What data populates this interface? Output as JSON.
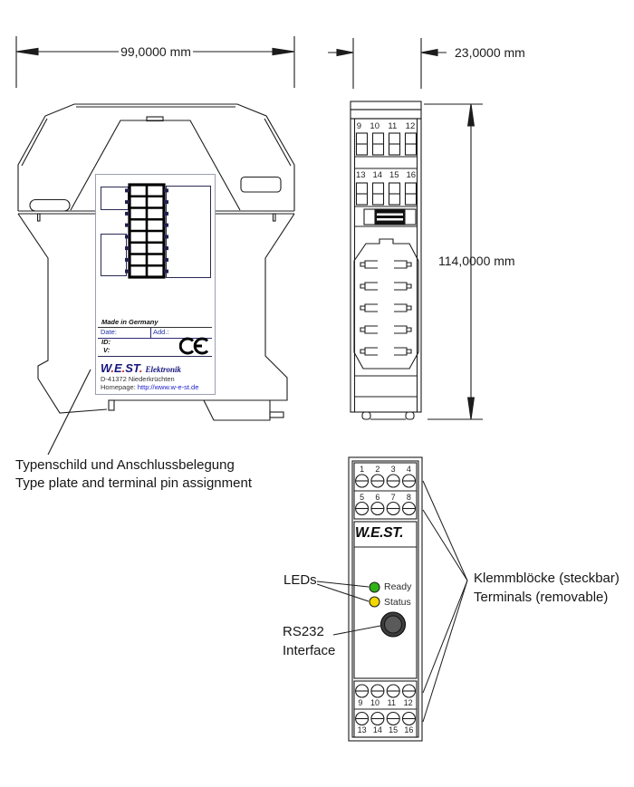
{
  "dimensions": {
    "side_width": "99,0000 mm",
    "front_width": "23,0000 mm",
    "height": "114,0000 mm"
  },
  "type_plate": {
    "made_in": "Made in Germany",
    "date_label": "Date:",
    "add_label": "Add.:",
    "id_label": "ID:",
    "v_label": "V:",
    "brand_parts": [
      "W",
      ".",
      "E",
      ".",
      "ST",
      "."
    ],
    "brand_suffix": "Elektronik",
    "address": "D-41372 Niederkrüchten",
    "homepage_prefix": "Homepage: ",
    "homepage_url": "http://www.w-e-st.de"
  },
  "rear_view": {
    "terminals_row1": [
      "9",
      "10",
      "11",
      "12"
    ],
    "terminals_row2": [
      "13",
      "14",
      "15",
      "16"
    ]
  },
  "front_panel": {
    "brand": "W.E.ST.",
    "top_block_row1": [
      "1",
      "2",
      "3",
      "4"
    ],
    "top_block_row2": [
      "5",
      "6",
      "7",
      "8"
    ],
    "bottom_block_row1": [
      "9",
      "10",
      "11",
      "12"
    ],
    "bottom_block_row2": [
      "13",
      "14",
      "15",
      "16"
    ],
    "led_ready": {
      "label": "Ready",
      "color": "#2db515"
    },
    "led_status": {
      "label": "Status",
      "color": "#f2d800"
    }
  },
  "annotations": {
    "type_plate_line1": "Typenschild und Anschlussbelegung",
    "type_plate_line2": "Type plate and terminal pin assignment",
    "leds_label": "LEDs",
    "rs232_line1": "RS232",
    "rs232_line2": "Interface",
    "terminals_line1": "Klemmblöcke (steckbar)",
    "terminals_line2": "Terminals (removable)"
  },
  "colors": {
    "line": "#1c1c1c",
    "plate_navy": "#15157d",
    "brand_red": "#c42222",
    "url_blue": "#1a1acc"
  }
}
